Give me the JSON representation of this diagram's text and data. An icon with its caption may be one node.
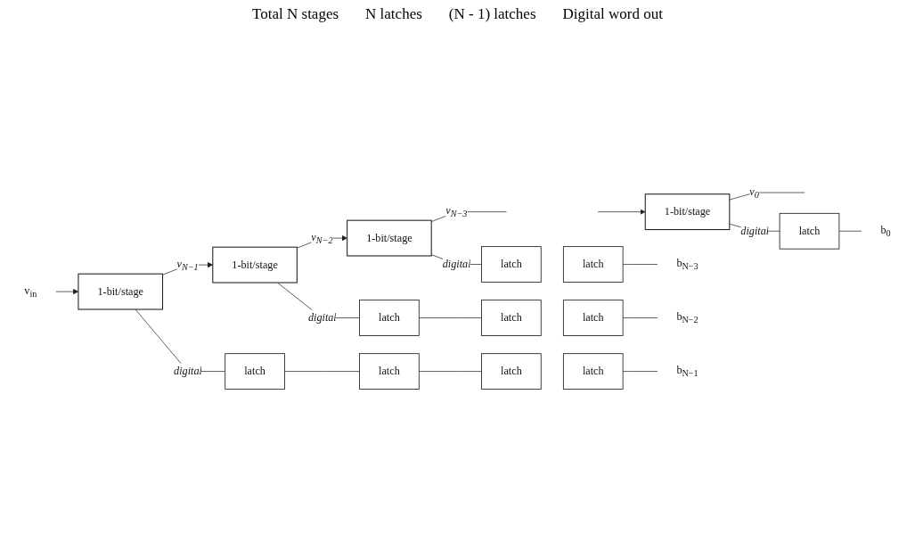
{
  "diagram": {
    "nodes": [
      {
        "text": [
          "v$_{in}$"
        ]
      },
      {
        "text": [
          "1-bit/stage"
        ]
      },
      {
        "text": [
          "1-bit/stage"
        ]
      },
      {
        "text": [
          "1-bit/stage"
        ]
      },
      {
        "text": [
          "1-bit/stage"
        ]
      },
      {
        "text": [
          "latch"
        ]
      },
      {
        "text": [
          "latch"
        ]
      },
      {
        "text": [
          "latch"
        ]
      },
      {
        "text": [
          "latch"
        ]
      },
      {
        "text": [
          "b$_{N−1}$"
        ]
      },
      {
        "text": [
          "latch"
        ]
      },
      {
        "text": [
          "latch"
        ]
      },
      {
        "text": [
          "latch"
        ]
      },
      {
        "text": [
          "b$_{N−2}$"
        ]
      },
      {
        "text": [
          "latch"
        ]
      },
      {
        "text": [
          "latch"
        ]
      },
      {
        "text": [
          "b$_{N−3}$"
        ]
      },
      {
        "text": [
          "latch"
        ]
      },
      {
        "text": [
          "b$_{0}$"
        ]
      }
    ],
    "edges": [
      {
        "from": 0,
        "to": 1,
        "arrow": "to"
      },
      {
        "from": 1,
        "to": 2,
        "arrow": "to",
        "label": "v$_{N−1}$"
      },
      {
        "from": 2,
        "to": 3,
        "arrow": "to",
        "label": "v$_{N−2}$"
      },
      {
        "from": 3,
        "to": null,
        "arrow": "none",
        "label": "v$_{N−3}$"
      },
      {
        "from": null,
        "to": 4,
        "arrow": "to"
      },
      {
        "from": 4,
        "to": null,
        "arrow": "none",
        "label": "v$_{0}$"
      },
      {
        "from": 1,
        "to": 5,
        "arrow": "none",
        "label": "digital"
      },
      {
        "from": 5,
        "to": 6,
        "arrow": "none"
      },
      {
        "from": 6,
        "to": 7,
        "arrow": "none"
      },
      {
        "from": 8,
        "to": 9,
        "arrow": "none"
      },
      {
        "from": 2,
        "to": 10,
        "arrow": "none",
        "label": "digital"
      },
      {
        "from": 10,
        "to": 11,
        "arrow": "none"
      },
      {
        "from": 12,
        "to": 13,
        "arrow": "none"
      },
      {
        "from": 3,
        "to": 14,
        "arrow": "none",
        "label": "digital"
      },
      {
        "from": 15,
        "to": 16,
        "arrow": "none"
      },
      {
        "from": 4,
        "to": 17,
        "arrow": "none",
        "label": "digital"
      },
      {
        "from": 17,
        "to": 18,
        "arrow": "none"
      }
    ],
    "labels": [
      "Total N stages",
      "N latches",
      "(N - 1) latches",
      "Digital word out"
    ]
  }
}
